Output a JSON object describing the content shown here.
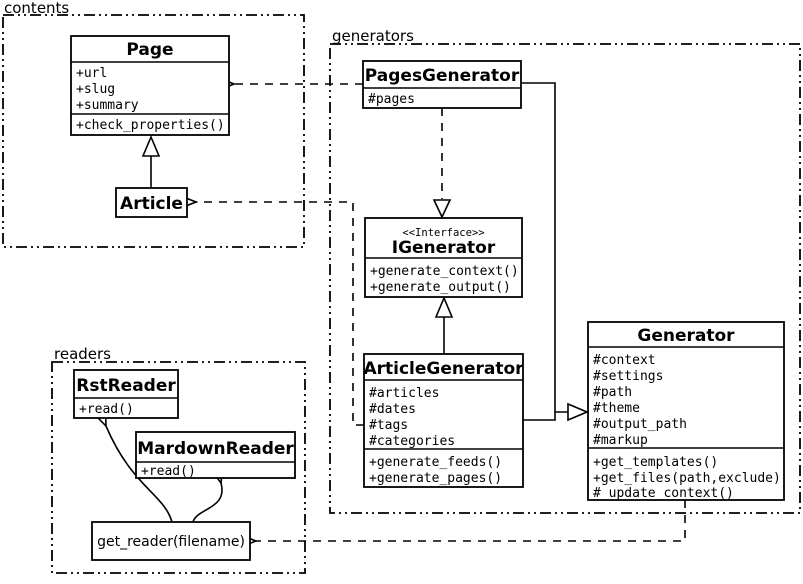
{
  "packages": {
    "contents": {
      "label": "contents"
    },
    "generators": {
      "label": "generators"
    },
    "readers": {
      "label": "readers"
    }
  },
  "classes": {
    "page": {
      "name": "Page",
      "attributes": [
        "+url",
        "+slug",
        "+summary"
      ],
      "methods": [
        "+check_properties()"
      ]
    },
    "article": {
      "name": "Article"
    },
    "pages_generator": {
      "name": "PagesGenerator",
      "attributes": [
        "#pages"
      ]
    },
    "igenerator": {
      "stereotype": "<<Interface>>",
      "name": "IGenerator",
      "methods": [
        "+generate_context()",
        "+generate_output()"
      ]
    },
    "article_generator": {
      "name": "ArticleGenerator",
      "attributes": [
        "#articles",
        "#dates",
        "#tags",
        "#categories"
      ],
      "methods": [
        "+generate_feeds()",
        "+generate_pages()"
      ]
    },
    "generator": {
      "name": "Generator",
      "attributes": [
        "#context",
        "#settings",
        "#path",
        "#theme",
        "#output_path",
        "#markup"
      ],
      "methods": [
        "+get_templates()",
        "+get_files(path,exclude)",
        "#_update_context()"
      ]
    },
    "rst_reader": {
      "name": "RstReader",
      "methods": [
        "+read()"
      ]
    },
    "mardown_reader": {
      "name": "MardownReader",
      "methods": [
        "+read()"
      ]
    },
    "get_reader": {
      "label": "get_reader(filename)"
    }
  },
  "colors": {
    "line": "#000000",
    "fill": "#ffffff"
  }
}
